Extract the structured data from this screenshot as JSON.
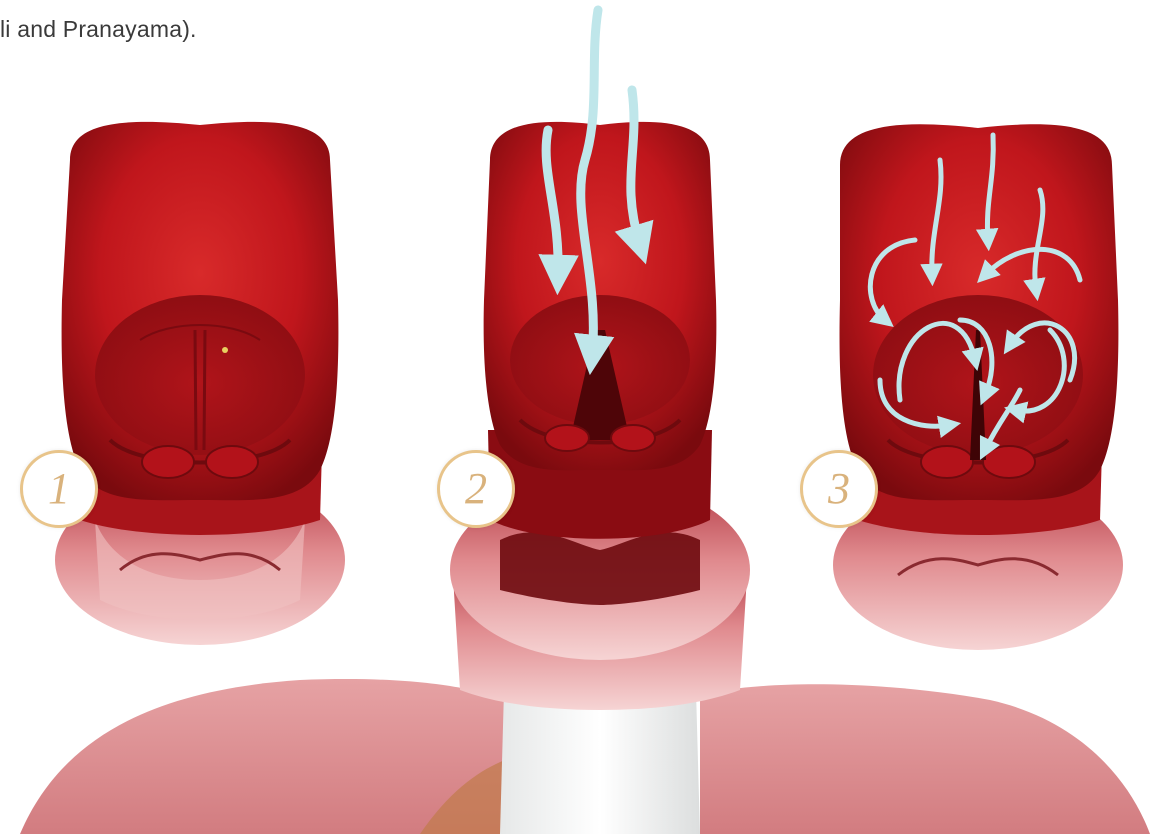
{
  "caption": "li and Pranayama).",
  "panels": [
    {
      "label": "1",
      "state": "vocal folds closed, no airflow"
    },
    {
      "label": "2",
      "state": "vocal folds open, straight airflow"
    },
    {
      "label": "3",
      "state": "vocal folds narrowed, turbulent airflow"
    }
  ],
  "colors": {
    "tissue_red": "#c8141c",
    "tissue_dark": "#6e0a0e",
    "tissue_pink": "#e79a9c",
    "airflow_arrow": "#bfe6ea",
    "badge_border": "#e8c48a",
    "badge_text": "#d9b27c"
  }
}
